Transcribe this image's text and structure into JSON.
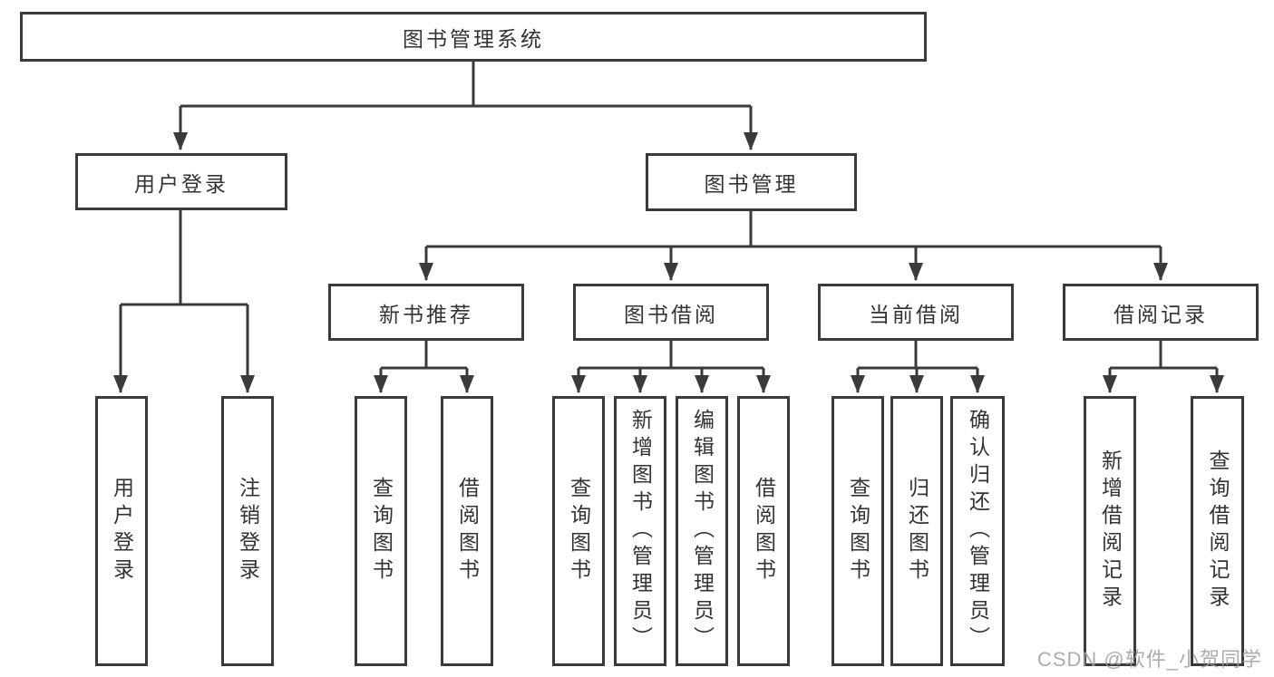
{
  "diagram": {
    "root": {
      "label": "图书管理系统"
    },
    "branches": [
      {
        "label": "用户登录"
      },
      {
        "label": "图书管理"
      }
    ],
    "modules": [
      {
        "label": "新书推荐"
      },
      {
        "label": "图书借阅"
      },
      {
        "label": "当前借阅"
      },
      {
        "label": "借阅记录"
      }
    ],
    "leaves": [
      {
        "label": "用户登录"
      },
      {
        "label": "注销登录"
      },
      {
        "label": "查询图书"
      },
      {
        "label": "借阅图书"
      },
      {
        "label": "查询图书"
      },
      {
        "label": "新增图书（管理员）"
      },
      {
        "label": "编辑图书（管理员）"
      },
      {
        "label": "借阅图书"
      },
      {
        "label": "查询图书"
      },
      {
        "label": "归还图书"
      },
      {
        "label": "确认归还（管理员）"
      },
      {
        "label": "新增借阅记录"
      },
      {
        "label": "查询借阅记录"
      }
    ]
  },
  "watermark": {
    "text": "CSDN @软件_小贺同学"
  },
  "colors": {
    "line": "#3a3a3a",
    "box_border": "#3a3a3a",
    "text": "#333333",
    "background": "#ffffff",
    "watermark": "#9e9e9e"
  }
}
